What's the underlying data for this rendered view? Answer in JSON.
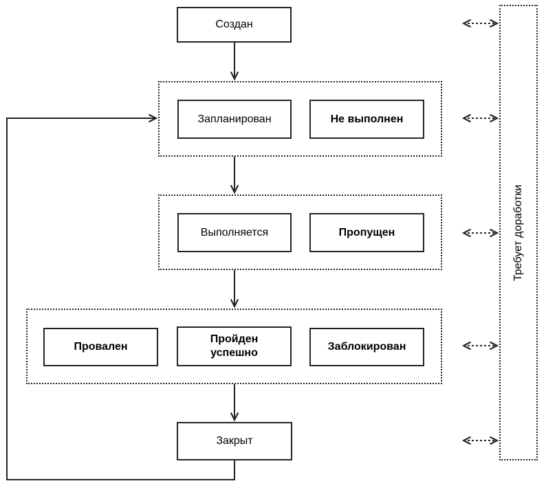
{
  "diagram": {
    "description": "Test-case state workflow diagram",
    "nodes": {
      "created": {
        "label": "Создан"
      },
      "planned": {
        "label": "Запланирован"
      },
      "not_executed": {
        "label": "Не выполнен"
      },
      "executing": {
        "label": "Выполняется"
      },
      "skipped": {
        "label": "Пропущен"
      },
      "failed": {
        "label": "Провален"
      },
      "passed": {
        "label": "Пройден успешно"
      },
      "blocked": {
        "label": "Заблокирован"
      },
      "closed": {
        "label": "Закрыт"
      },
      "rework": {
        "label": "Требует доработки"
      }
    },
    "edges": [
      {
        "from": "created",
        "to": "group-planned",
        "style": "solid-arrow"
      },
      {
        "from": "group-planned",
        "to": "group-executing",
        "style": "solid-arrow"
      },
      {
        "from": "group-executing",
        "to": "group-result",
        "style": "solid-arrow"
      },
      {
        "from": "group-result",
        "to": "closed",
        "style": "solid-arrow"
      },
      {
        "from": "closed",
        "to": "group-planned",
        "style": "solid-arrow-loop-left"
      },
      {
        "from": "created",
        "to": "rework",
        "style": "dashed-double-arrow"
      },
      {
        "from": "group-planned",
        "to": "rework",
        "style": "dashed-double-arrow"
      },
      {
        "from": "group-executing",
        "to": "rework",
        "style": "dashed-double-arrow"
      },
      {
        "from": "group-result",
        "to": "rework",
        "style": "dashed-double-arrow"
      },
      {
        "from": "closed",
        "to": "rework",
        "style": "dashed-double-arrow"
      }
    ],
    "colors": {
      "line": "#222222",
      "text": "#000000",
      "background": "#ffffff"
    }
  }
}
